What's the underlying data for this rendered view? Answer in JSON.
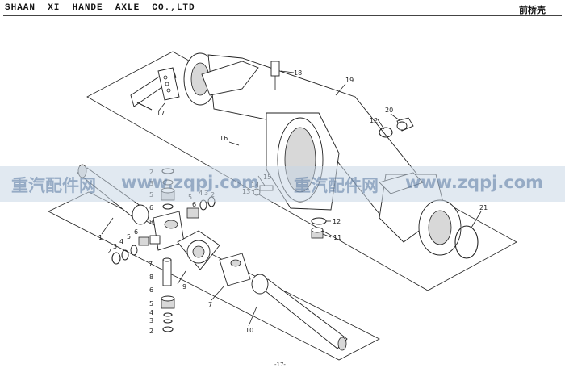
{
  "header": {
    "company": "SHAAN  XI  HANDE  AXLE  CO.,LTD",
    "title": "前桥壳"
  },
  "watermark": {
    "cn": "重汽配件网",
    "url": "www.zqpj.com"
  },
  "footer": {
    "page_number": "-17-"
  },
  "callouts": {
    "c1": "1",
    "c2a": "2",
    "c2b": "2",
    "c2c": "2",
    "c3a": "3",
    "c3b": "3",
    "c3c": "3",
    "c4a": "4",
    "c4b": "4",
    "c4c": "4",
    "c5a": "5",
    "c5b": "5",
    "c5c": "5",
    "c6a": "6",
    "c6b": "6",
    "c6c": "6",
    "c7a": "7",
    "c7b": "7",
    "c8a": "8",
    "c8b": "8",
    "c9": "9",
    "c10": "10",
    "c11": "11",
    "c12a": "12",
    "c12b": "12",
    "c13": "13",
    "c14": "14",
    "c15": "15",
    "c16": "16",
    "c17": "17",
    "c18": "18",
    "c19": "19",
    "c20": "20",
    "c21": "21"
  }
}
